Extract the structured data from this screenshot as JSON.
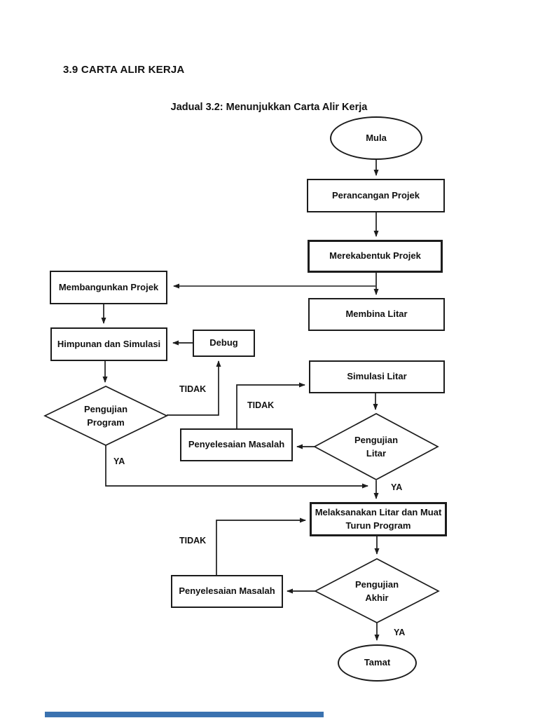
{
  "page": {
    "heading": "3.9 CARTA ALIR KERJA",
    "caption": "Jadual 3.2: Menunjukkan Carta Alir Kerja",
    "background": "#ffffff"
  },
  "flowchart": {
    "line_color": "#1c1c1c",
    "nodes": {
      "mula": {
        "label": "Mula",
        "shape": "terminator"
      },
      "perancangan": {
        "label": "Perancangan Projek",
        "shape": "process"
      },
      "merekabentuk": {
        "label": "Merekabentuk Projek",
        "shape": "process"
      },
      "membangunkan": {
        "label": "Membangunkan Projek",
        "shape": "process"
      },
      "membina": {
        "label": "Membina Litar",
        "shape": "process"
      },
      "himpunan": {
        "label": "Himpunan dan Simulasi",
        "shape": "process"
      },
      "debug": {
        "label": "Debug",
        "shape": "process"
      },
      "simulasi": {
        "label": "Simulasi Litar",
        "shape": "process"
      },
      "pengujian_program": {
        "label": "Pengujian Program",
        "shape": "decision"
      },
      "penyelesaian_masalah_1": {
        "label": "Penyelesaian Masalah",
        "shape": "process"
      },
      "pengujian_litar": {
        "label": "Pengujian Litar",
        "shape": "decision"
      },
      "melaksanakan": {
        "line1": "Melaksanakan Litar dan Muat",
        "line2": "Turun Program",
        "shape": "process"
      },
      "penyelesaian_masalah_2": {
        "label": "Penyelesaian Masalah",
        "shape": "process"
      },
      "pengujian_akhir": {
        "label": "Pengujian Akhir",
        "shape": "decision"
      },
      "tamat": {
        "label": "Tamat",
        "shape": "terminator"
      }
    },
    "edge_labels": {
      "tidak_program": "TIDAK",
      "tidak_litar": "TIDAK",
      "tidak_akhir": "TIDAK",
      "ya_program": "YA",
      "ya_litar": "YA",
      "ya_akhir": "YA"
    }
  },
  "viewer": {
    "progress_bar_color": "#3a72b0"
  }
}
